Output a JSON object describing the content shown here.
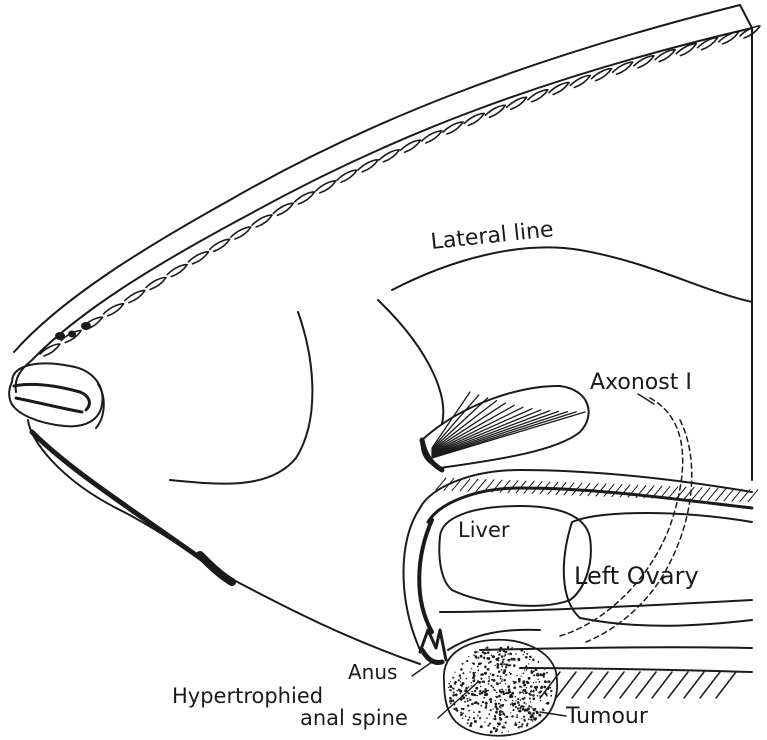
{
  "figure": {
    "labels": {
      "lateral_line": "Lateral line",
      "axonost": "Axonost I",
      "liver": "Liver",
      "left_ovary": "Left Ovary",
      "anus": "Anus",
      "hypertrophied": "Hypertrophied",
      "anal_spine": "anal spine",
      "tumour": "Tumour"
    },
    "colors": {
      "ink": "#1a1a1a",
      "paper": "#ffffff"
    }
  }
}
